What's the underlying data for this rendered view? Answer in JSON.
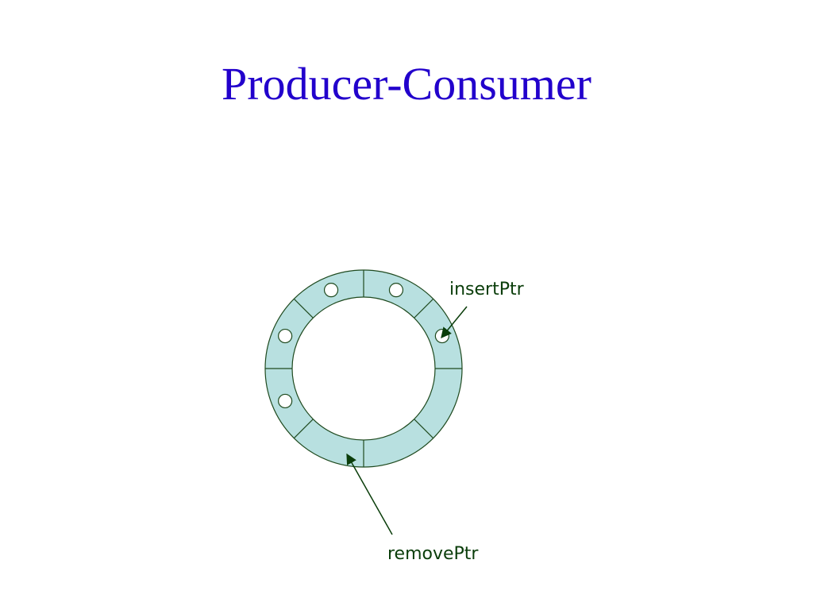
{
  "slide": {
    "title": "Producer-Consumer"
  },
  "diagram": {
    "buffer": {
      "slot_count": 8,
      "occupied_slots": [
        0,
        1,
        5,
        6,
        7
      ],
      "ring_fill": "#b8e0e0",
      "stroke": "#1f4a1f",
      "item_fill": "#ffffff"
    },
    "pointers": {
      "insert_label": "insertPtr",
      "remove_label": "removePtr",
      "color": "#0a3d0a"
    }
  }
}
